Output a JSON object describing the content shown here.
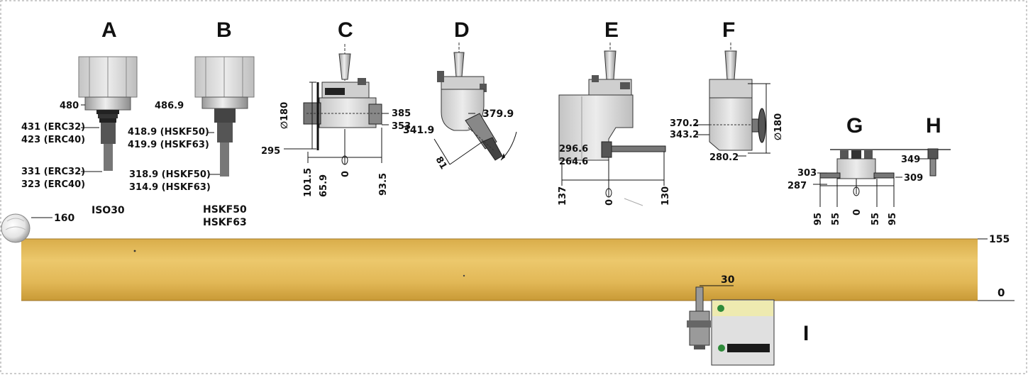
{
  "tool_letters": {
    "a": "A",
    "b": "B",
    "c": "C",
    "d": "D",
    "e": "E",
    "f": "F",
    "g": "G",
    "h": "H",
    "i": "I"
  },
  "tool_a": {
    "top": "480",
    "collet_upper": [
      "431 (ERC32)",
      "423 (ERC40)"
    ],
    "collet_lower": [
      "331 (ERC32)",
      "323 (ERC40)"
    ],
    "caption": "ISO30"
  },
  "tool_b": {
    "top": "486.9",
    "upper": [
      "418.9 (HSKF50)",
      "419.9 (HSKF63)"
    ],
    "lower": [
      "318.9 (HSKF50)",
      "314.9 (HSKF63)"
    ],
    "caption": [
      "HSKF50",
      "HSKF63"
    ]
  },
  "tool_c": {
    "diameter": "∅180",
    "right_top": "385",
    "right_bottom": "353",
    "left": "295",
    "bottom": [
      "101.5",
      "65.9",
      "0",
      "93.5"
    ]
  },
  "tool_d": {
    "left": "341.9",
    "right": "379.9",
    "angle": "81"
  },
  "tool_e": {
    "left": [
      "296.6",
      "264.6"
    ],
    "bottom": [
      "137",
      "0",
      "130"
    ]
  },
  "tool_f": {
    "left": [
      "370.2",
      "343.2"
    ],
    "bottom": "280.2",
    "diameter": "∅180"
  },
  "tool_g": {
    "left": [
      "303",
      "287"
    ],
    "right": "309",
    "bottom": [
      "95",
      "55",
      "0",
      "55",
      "95"
    ]
  },
  "tool_h": {
    "top": "349"
  },
  "sensor": {
    "left": "160"
  },
  "board": {
    "top": "155",
    "bottom": "0",
    "probe": "30"
  },
  "colors": {
    "wood_light": "#e7c264",
    "wood_dark": "#c99a36",
    "machine_gray": "#d8d8d8",
    "dark": "#111111",
    "unit_yellow": "#eeeab0",
    "led_green": "#2e8b3a"
  }
}
